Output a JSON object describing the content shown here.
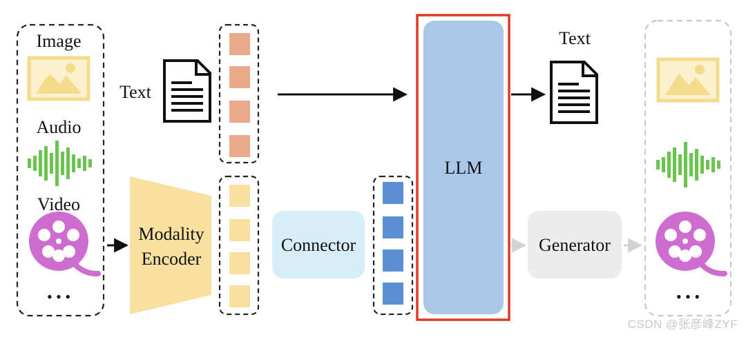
{
  "input_modalities": {
    "image_label": "Image",
    "audio_label": "Audio",
    "video_label": "Video",
    "more_label": "• • •"
  },
  "text_input": {
    "label": "Text"
  },
  "modality_encoder": {
    "label_line1": "Modality",
    "label_line2": "Encoder"
  },
  "connector": {
    "label": "Connector"
  },
  "llm": {
    "label": "LLM"
  },
  "text_output": {
    "label": "Text"
  },
  "generator": {
    "label": "Generator"
  },
  "output_modalities": {
    "more_label": "• • •"
  },
  "watermark": {
    "text": "CSDN @张彦峰ZYF"
  },
  "colors": {
    "text_token": "#e9a98a",
    "modality_token": "#f7e0a0",
    "projected_token": "#5b8fd4",
    "encoder_fill": "#f7e0a0",
    "connector_fill": "#d6eef8",
    "llm_fill": "#a9c7e6",
    "llm_highlight": "#e03a25",
    "generator_fill": "#ececec",
    "image_icon": "#f3dd8c",
    "audio_icon": "#6cc450",
    "video_icon": "#cf6ccf"
  }
}
